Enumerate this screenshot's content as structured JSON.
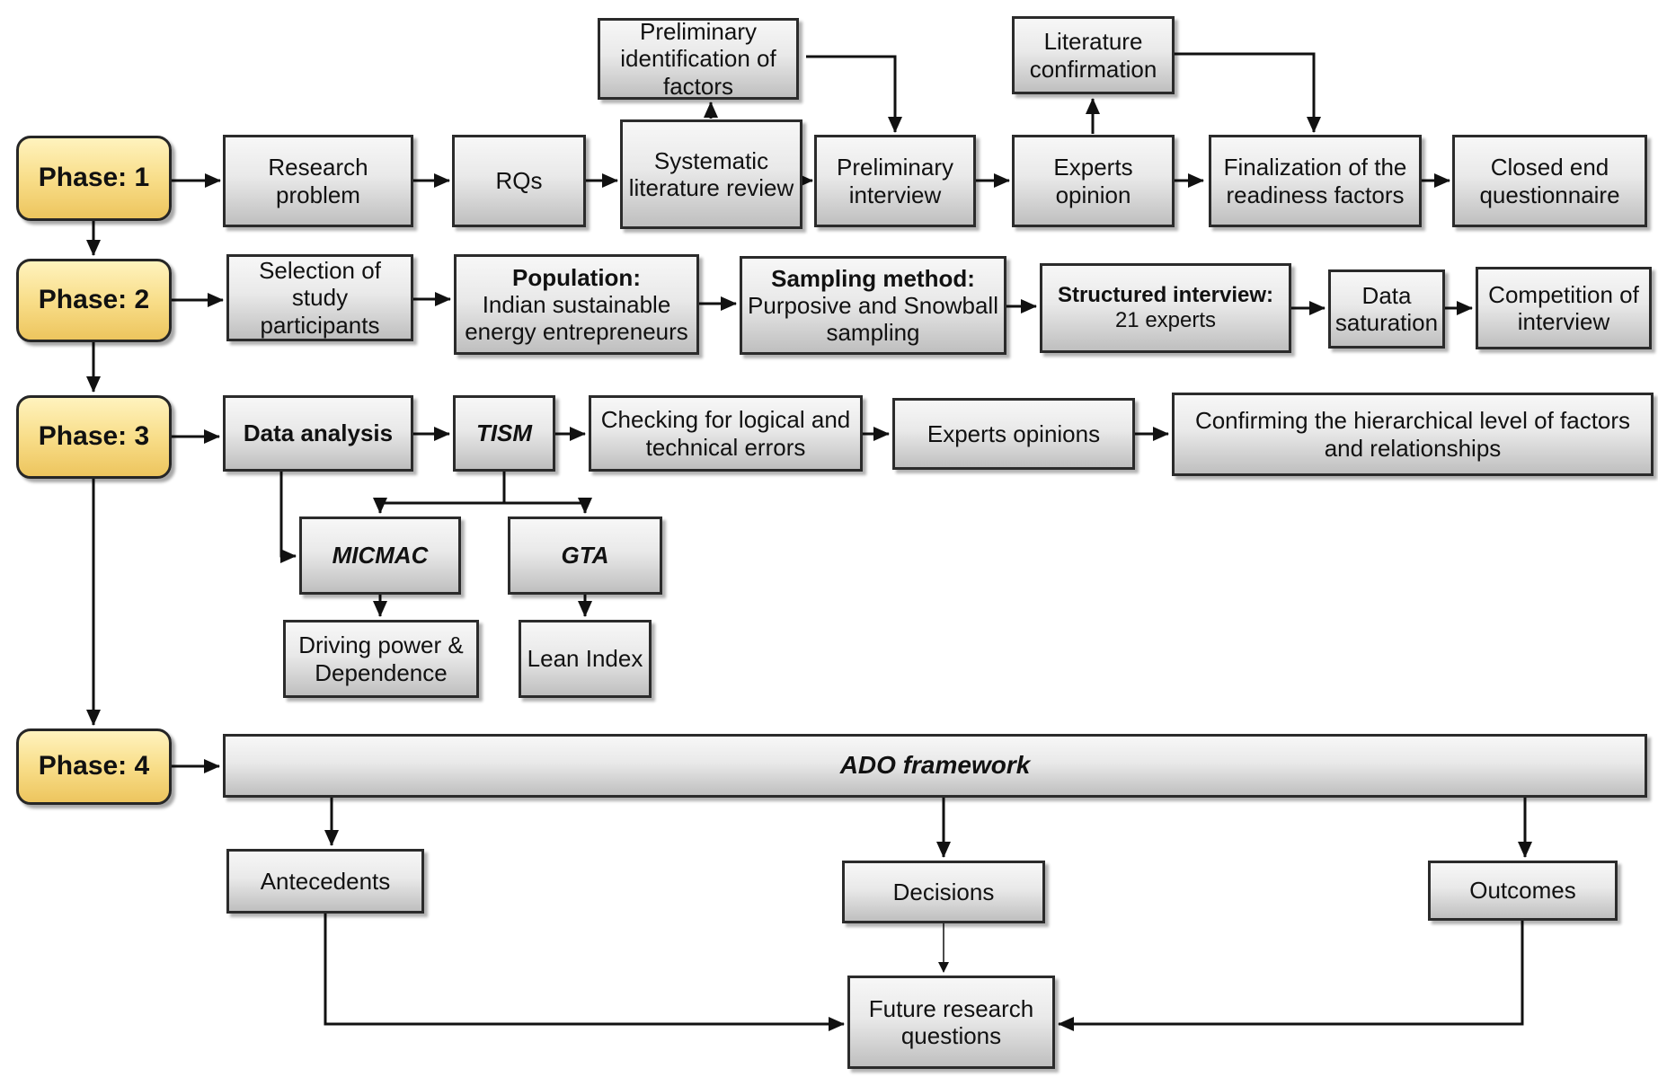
{
  "title": "Research methodology flowchart",
  "colors": {
    "phase_fill_top": "#FFF3BE",
    "phase_fill_bottom": "#EDC55E",
    "box_fill_top": "#F7F7F7",
    "box_fill_bottom": "#BFBFBF",
    "border": "#2B2B2B",
    "arrow": "#111111",
    "text": "#111111"
  },
  "nodes": {
    "phase1": {
      "label": "Phase: 1"
    },
    "phase2": {
      "label": "Phase: 2"
    },
    "phase3": {
      "label": "Phase: 3"
    },
    "phase4": {
      "label": "Phase: 4"
    },
    "prelim_id": {
      "label": "Preliminary identification of factors"
    },
    "lit_conf": {
      "label": "Literature confirmation"
    },
    "research_problem": {
      "label": "Research problem"
    },
    "rqs": {
      "label": "RQs"
    },
    "slr": {
      "label": "Systematic literature review"
    },
    "prelim_interview": {
      "label": "Preliminary interview"
    },
    "experts_opinion": {
      "label": "Experts opinion"
    },
    "finalization": {
      "label": "Finalization of the readiness factors"
    },
    "closed_end": {
      "label": "Closed end questionnaire"
    },
    "selection": {
      "label": "Selection of study participants"
    },
    "population": {
      "title": "Population:",
      "body": "Indian sustainable energy entrepreneurs"
    },
    "sampling": {
      "title": "Sampling method:",
      "body": "Purposive and Snowball sampling"
    },
    "structured": {
      "title": "Structured interview:",
      "body": "21 experts"
    },
    "data_saturation": {
      "label": "Data saturation"
    },
    "competition": {
      "label": "Competition of interview"
    },
    "data_analysis": {
      "label": "Data analysis"
    },
    "tism": {
      "label": "TISM"
    },
    "checking": {
      "label": "Checking for logical and technical errors"
    },
    "experts_opinions": {
      "label": "Experts opinions"
    },
    "confirming": {
      "label": "Confirming the hierarchical level of factors and relationships"
    },
    "micmac": {
      "label": "MICMAC"
    },
    "gta": {
      "label": "GTA"
    },
    "driving": {
      "label": "Driving power & Dependence"
    },
    "lean": {
      "label": "Lean Index"
    },
    "ado": {
      "label": "ADO framework"
    },
    "antecedents": {
      "label": "Antecedents"
    },
    "decisions": {
      "label": "Decisions"
    },
    "outcomes": {
      "label": "Outcomes"
    },
    "future": {
      "label": "Future research questions"
    }
  }
}
